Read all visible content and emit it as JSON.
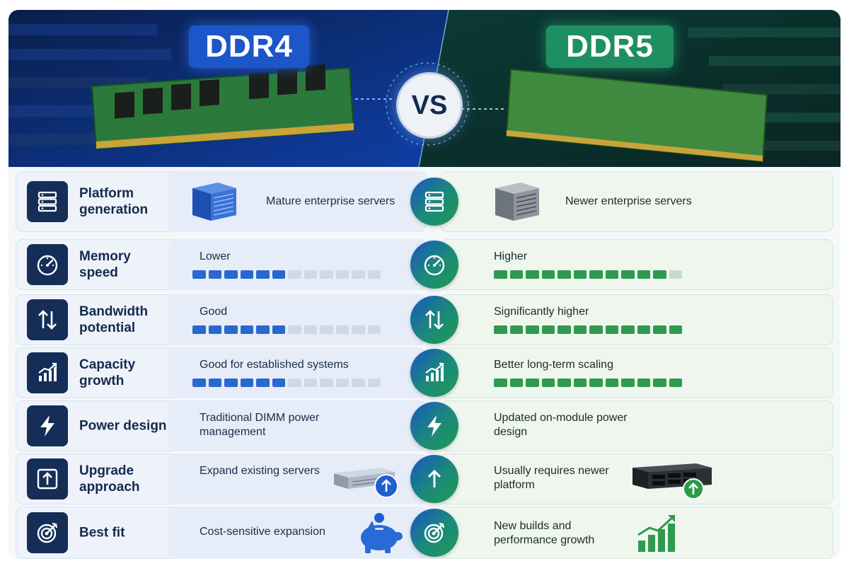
{
  "header": {
    "left_title": "DDR4",
    "right_title": "DDR5",
    "vs_label": "VS"
  },
  "colors": {
    "ddr4_accent": "#1c56c9",
    "ddr5_accent": "#1f8f61",
    "label_icon_bg": "#152e58"
  },
  "rows": [
    {
      "icon": "server-rack-icon",
      "label": "Platform generation",
      "ddr4": "Mature enterprise servers",
      "ddr5": "Newer enterprise servers"
    },
    {
      "icon": "speedometer-icon",
      "label": "Memory speed",
      "ddr4": "Lower",
      "ddr5": "Higher",
      "ddr4_level": 6,
      "ddr5_level": 11,
      "segments": 12
    },
    {
      "icon": "up-down-arrows-icon",
      "label": "Bandwidth potential",
      "ddr4": "Good",
      "ddr5": "Significantly higher",
      "ddr4_level": 6,
      "ddr5_level": 12,
      "segments": 12
    },
    {
      "icon": "growth-chart-icon",
      "label": "Capacity growth",
      "ddr4": "Good for established systems",
      "ddr5": "Better long-term scaling",
      "ddr4_level": 6,
      "ddr5_level": 12,
      "segments": 12
    },
    {
      "icon": "lightning-bolt-icon",
      "label": "Power design",
      "ddr4": "Traditional DIMM power management",
      "ddr5": "Updated on-module power design"
    },
    {
      "icon": "upgrade-arrow-icon",
      "label": "Upgrade approach",
      "ddr4": "Expand existing servers",
      "ddr5": "Usually requires newer platform"
    },
    {
      "icon": "target-icon",
      "label": "Best fit",
      "ddr4": "Cost-sensitive expansion",
      "ddr5": "New builds and performance growth"
    }
  ]
}
